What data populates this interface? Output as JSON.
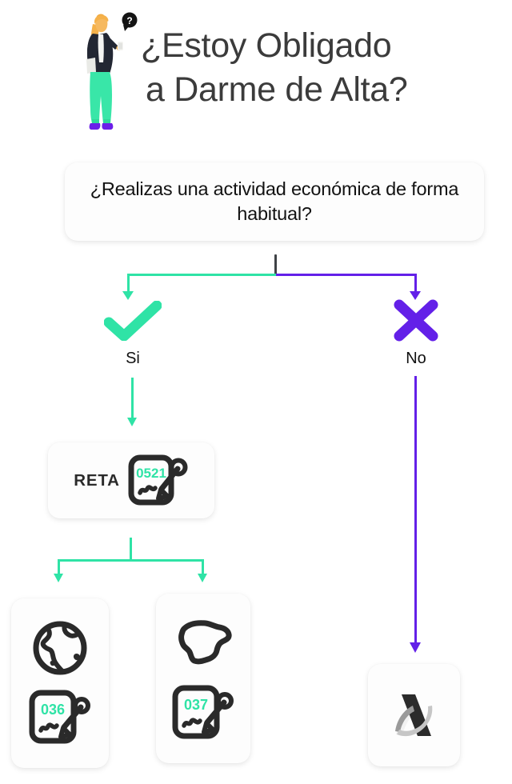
{
  "header": {
    "title_line1": "¿Estoy Obligado",
    "title_line2": "a Darme de Alta?",
    "illustration_name": "woman-with-phone-question-illustration"
  },
  "question": {
    "text": "¿Realizas una actividad económica de forma habitual?"
  },
  "branches": {
    "yes": {
      "label": "Si",
      "icon": "check-mark-icon",
      "color": "#2fe3a6"
    },
    "no": {
      "label": "No",
      "icon": "cross-mark-icon",
      "color": "#6320e8"
    }
  },
  "yes_path": {
    "reta": {
      "label": "RETA",
      "form_number": "0521",
      "icon": "form-with-signature-icon"
    },
    "outcomes": [
      {
        "top_icon": "globe-icon",
        "form_number": "036",
        "form_icon": "form-with-signature-icon"
      },
      {
        "top_icon": "spain-map-icon",
        "form_number": "037",
        "form_icon": "form-with-signature-icon"
      }
    ]
  },
  "no_path": {
    "outcome": {
      "icon": "agencia-tributaria-logo-icon"
    }
  },
  "colors": {
    "green": "#2fe3a6",
    "purple": "#6320e8",
    "ink": "#2b2b2b",
    "title": "#3b3b3b",
    "background": "#ffffff"
  }
}
